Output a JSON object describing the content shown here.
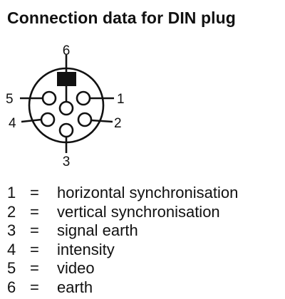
{
  "title": "Connection data for DIN plug",
  "diagram": {
    "pin_labels": {
      "pin1": "1",
      "pin2": "2",
      "pin3": "3",
      "pin4": "4",
      "pin5": "5",
      "pin6": "6"
    }
  },
  "legend": {
    "separator": "=",
    "items": [
      {
        "pin": "1",
        "text": "horizontal synchronisation"
      },
      {
        "pin": "2",
        "text": "vertical synchronisation"
      },
      {
        "pin": "3",
        "text": "signal earth"
      },
      {
        "pin": "4",
        "text": "intensity"
      },
      {
        "pin": "5",
        "text": "video"
      },
      {
        "pin": "6",
        "text": "earth"
      }
    ]
  },
  "colors": {
    "ink": "#111111",
    "background": "#ffffff"
  }
}
